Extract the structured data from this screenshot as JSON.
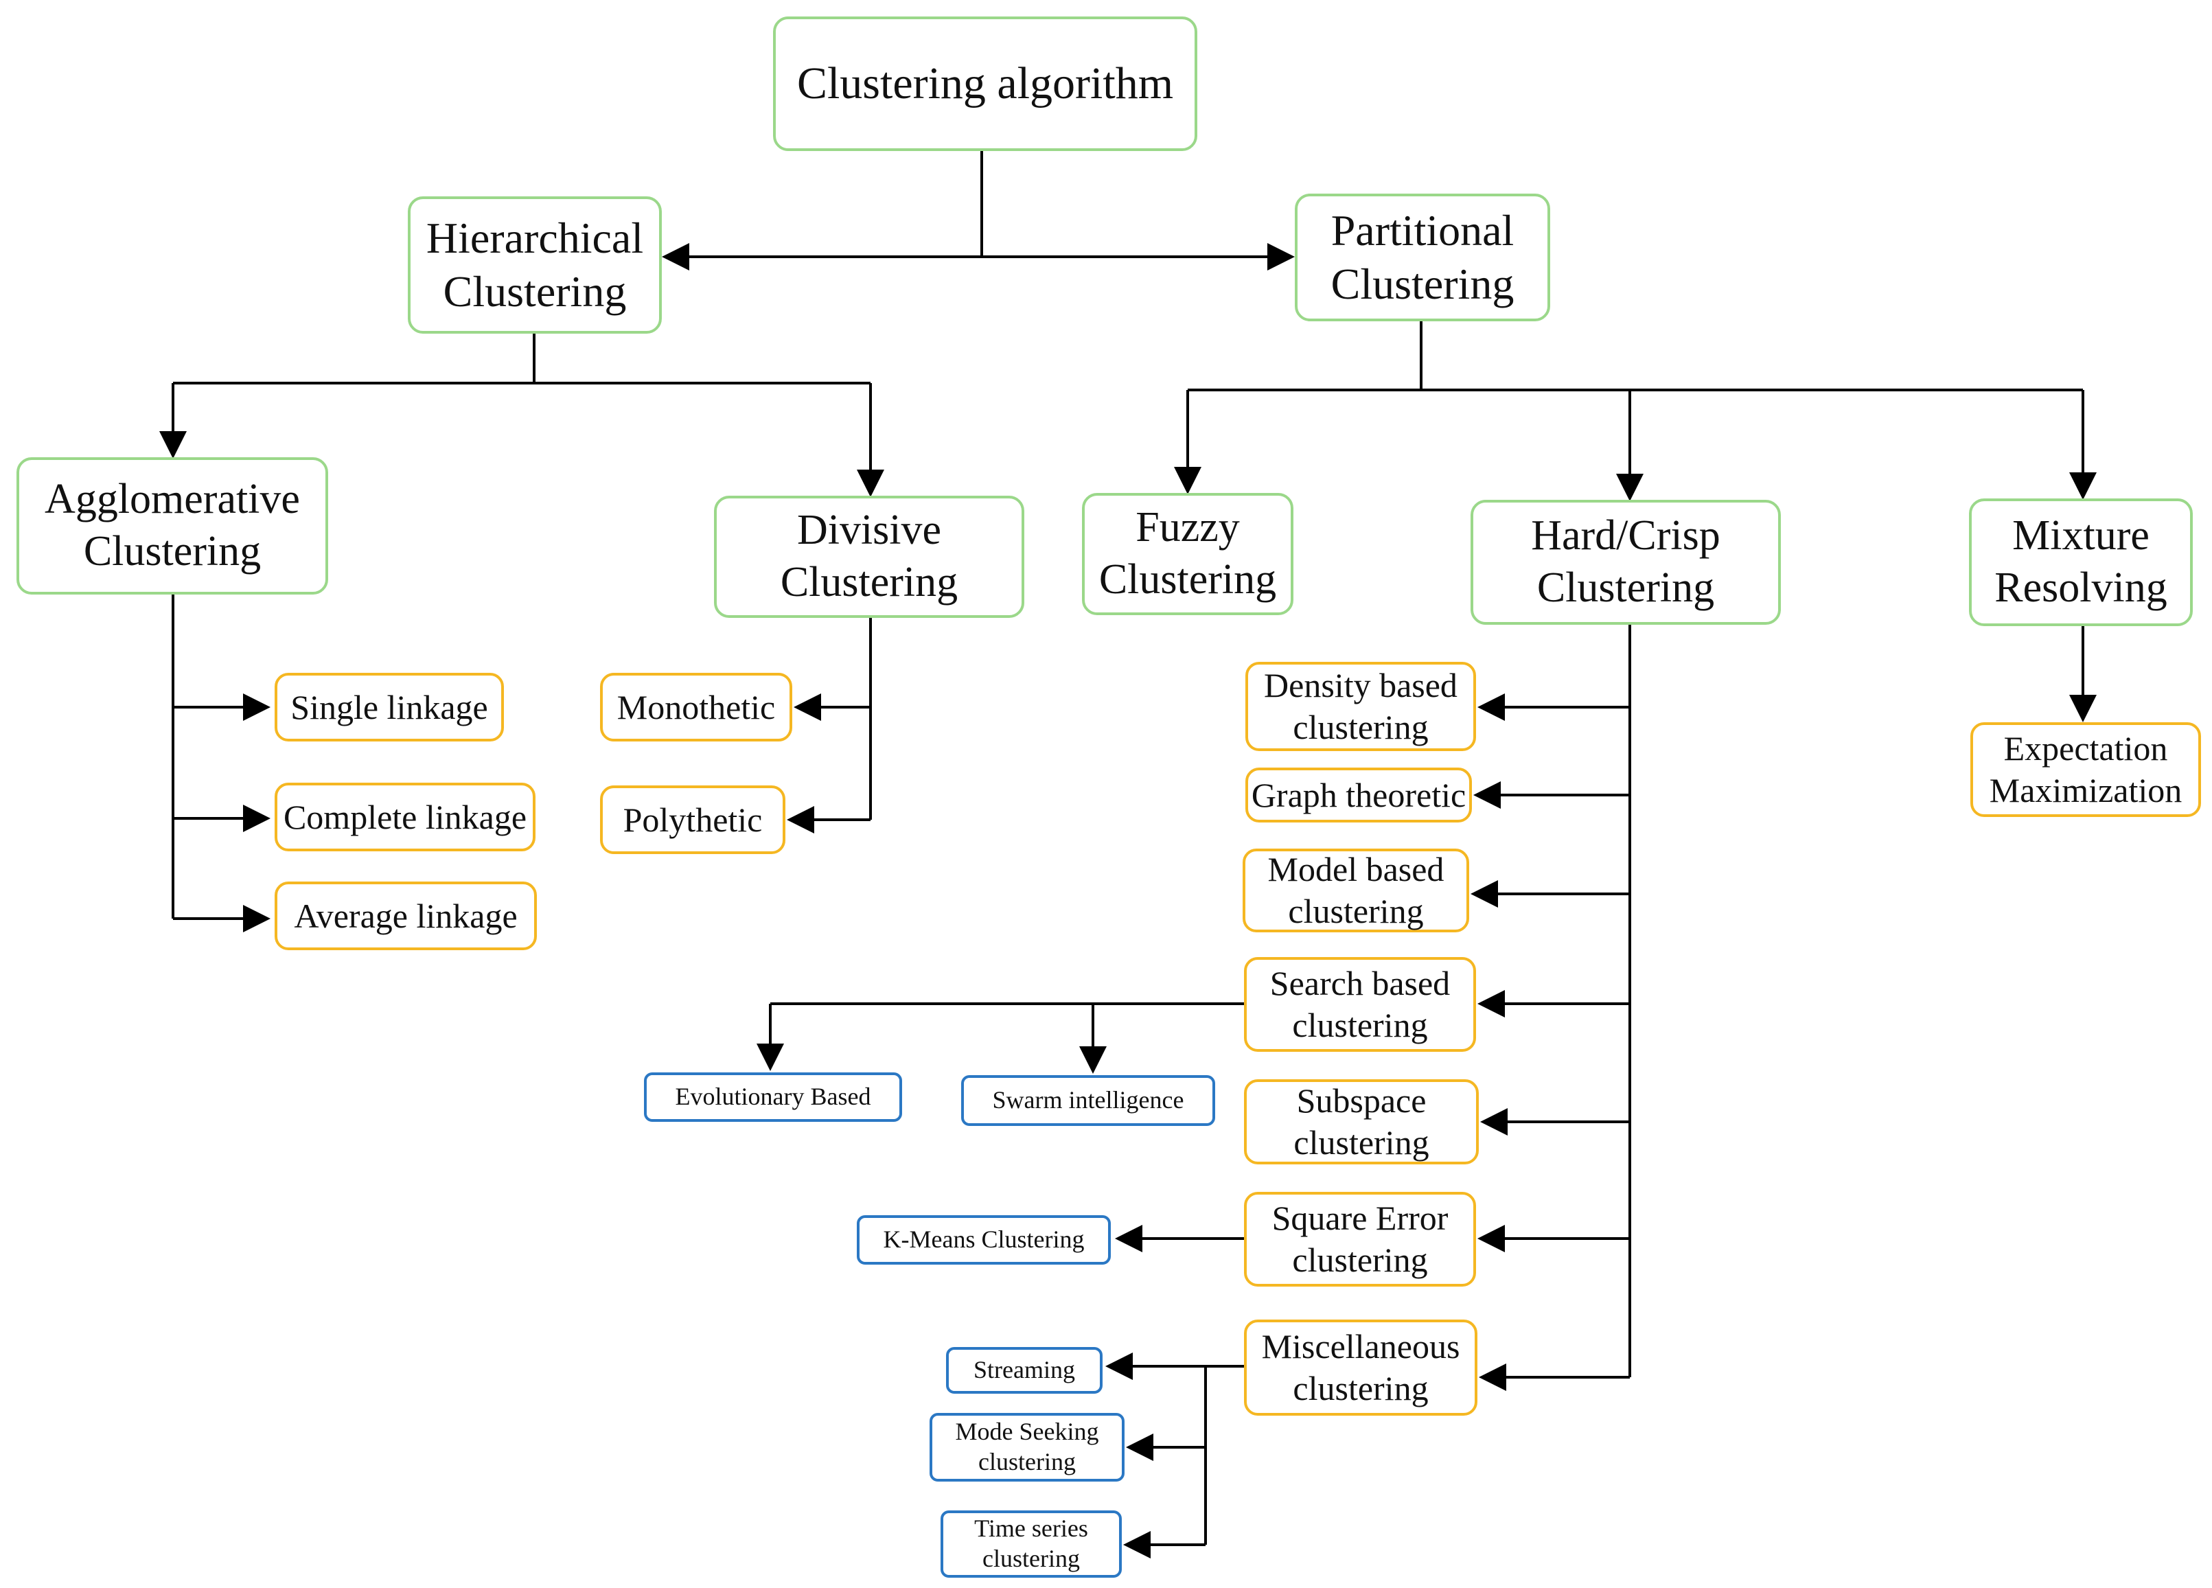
{
  "nodes": {
    "root": "Clustering algorithm",
    "hierarchical": "Hierarchical\nClustering",
    "partitional": "Partitional\nClustering",
    "agglomerative": "Agglomerative\nClustering",
    "divisive": "Divisive\nClustering",
    "fuzzy": "Fuzzy\nClustering",
    "hard": "Hard/Crisp\nClustering",
    "mixture": "Mixture\nResolving",
    "single": "Single linkage",
    "complete": "Complete linkage",
    "average": "Average linkage",
    "monothetic": "Monothetic",
    "polythetic": "Polythetic",
    "density": "Density based\nclustering",
    "graph": "Graph theoretic",
    "model": "Model based\nclustering",
    "search": "Search based\nclustering",
    "subspace": "Subspace\nclustering",
    "square": "Square Error\nclustering",
    "misc": "Miscellaneous\nclustering",
    "expectation": "Expectation\nMaximization",
    "evolutionary": "Evolutionary  Based",
    "swarm": "Swarm  intelligence",
    "kmeans": "K-Means  Clustering",
    "streaming": "Streaming",
    "modeseeking": "Mode  Seeking\nclustering",
    "timeseries": "Time series\nclustering"
  },
  "colors": {
    "green_border": "#9bd88a",
    "orange_border": "#f5b722",
    "blue_border": "#2b78c4",
    "connector": "#000000"
  }
}
